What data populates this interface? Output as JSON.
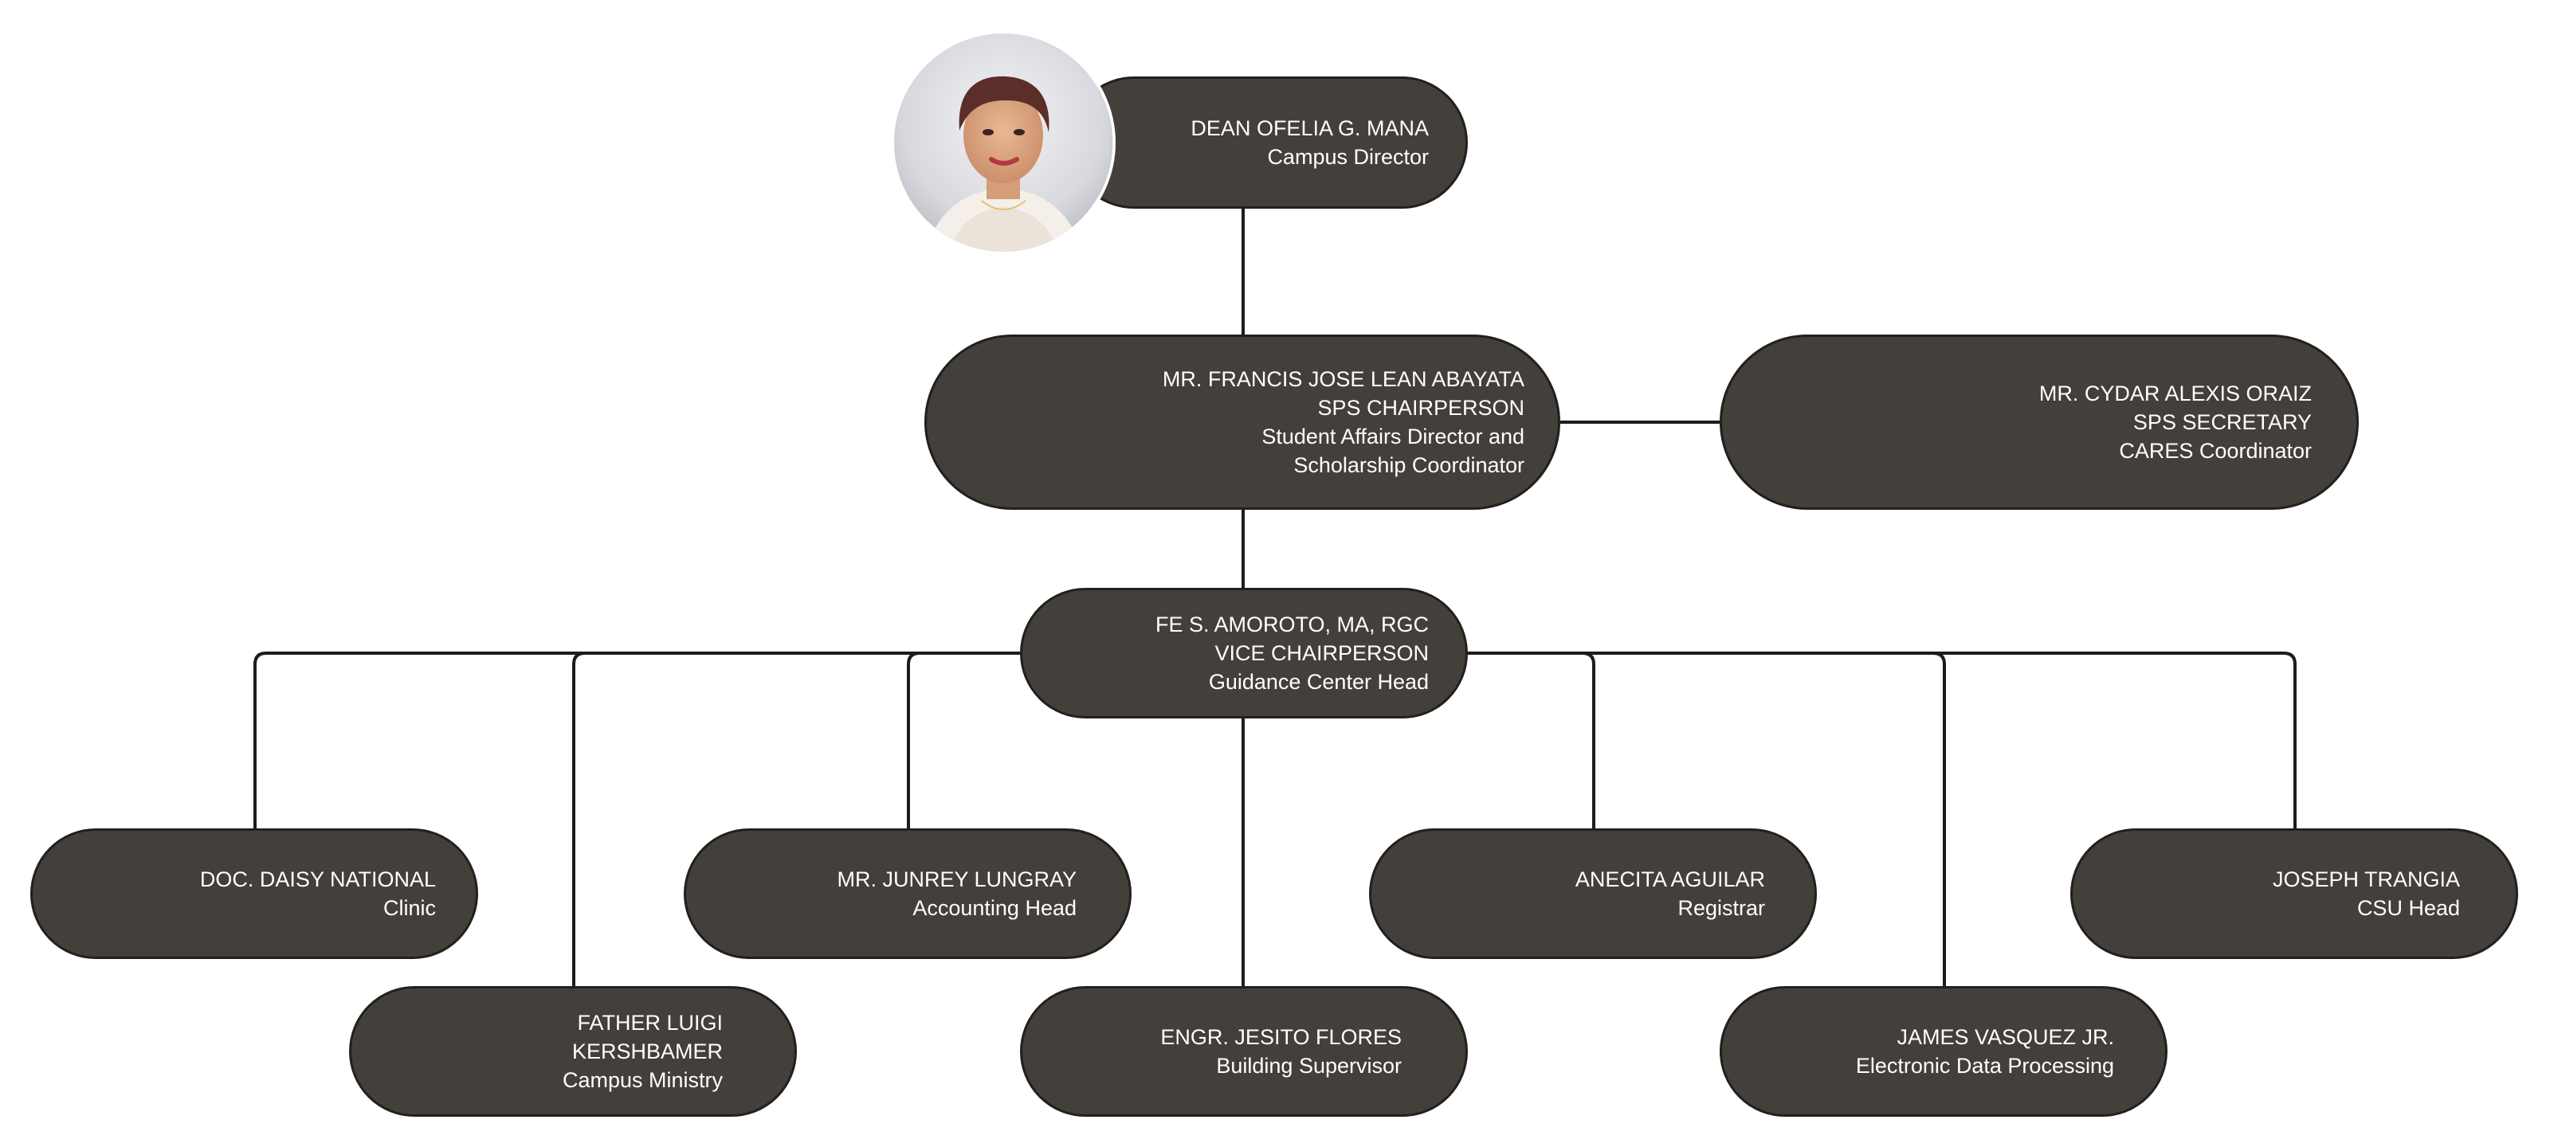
{
  "colors": {
    "node_fill": "#433f3b",
    "node_border": "#221f1d",
    "connector": "#1c1c1c",
    "text": "#ffffff",
    "background": "#ffffff"
  },
  "dean": {
    "photo": "portrait-photo",
    "name": "DEAN OFELIA G. MANA",
    "title": "Campus Director"
  },
  "chairperson": {
    "name": "MR. FRANCIS JOSE LEAN ABAYATA",
    "role": "SPS CHAIRPERSON",
    "title_line1": "Student Affairs Director and",
    "title_line2": "Scholarship Coordinator"
  },
  "secretary": {
    "name": "MR. CYDAR ALEXIS ORAIZ",
    "role": "SPS SECRETARY",
    "title": "CARES Coordinator"
  },
  "vice_chair": {
    "name": "FE S. AMOROTO, MA, RGC",
    "role": "VICE CHAIRPERSON",
    "title": "Guidance Center Head"
  },
  "members": [
    {
      "lines": [
        "DOC. DAISY NATIONAL",
        "Clinic"
      ]
    },
    {
      "lines": [
        "FATHER LUIGI",
        "KERSHBAMER",
        "Campus Ministry"
      ]
    },
    {
      "lines": [
        "MR. JUNREY LUNGRAY",
        "Accounting Head"
      ]
    },
    {
      "lines": [
        "ENGR. JESITO FLORES",
        "Building Supervisor"
      ]
    },
    {
      "lines": [
        "ANECITA AGUILAR",
        "Registrar"
      ]
    },
    {
      "lines": [
        "JAMES VASQUEZ JR.",
        "Electronic Data Processing"
      ]
    },
    {
      "lines": [
        "JOSEPH TRANGIA",
        "CSU Head"
      ]
    }
  ]
}
